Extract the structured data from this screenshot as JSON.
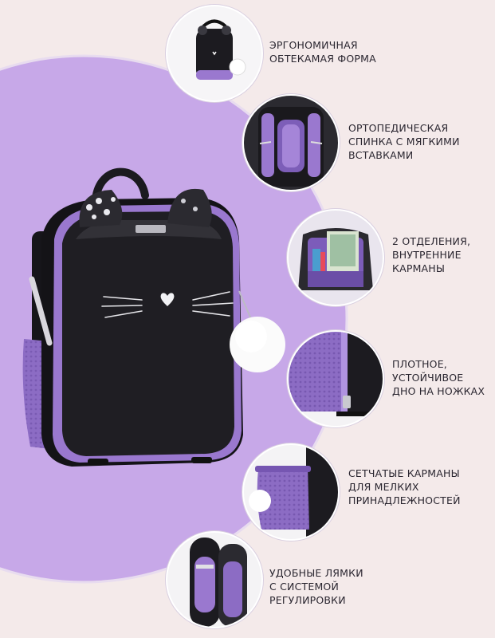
{
  "colors": {
    "background": "#f4eaea",
    "lavender": "#c7a8e8",
    "bag_black": "#1d1c21",
    "accent_purple": "#9a78cf",
    "text": "#2a2630"
  },
  "features": [
    {
      "label": "ЭРГОНОМИЧНАЯ\nОБТЕКАМАЯ ФОРМА",
      "icon": "backpack-front-icon"
    },
    {
      "label": "ОРТОПЕДИЧЕСКАЯ\nСПИНКА С МЯГКИМИ\nВСТАВКАМИ",
      "icon": "backpack-back-icon"
    },
    {
      "label": "2 ОТДЕЛЕНИЯ,\nВНУТРЕННИЕ\nКАРМАНЫ",
      "icon": "compartments-icon"
    },
    {
      "label": "ПЛОТНОЕ,\nУСТОЙЧИВОЕ\nДНО НА НОЖКАХ",
      "icon": "bottom-icon"
    },
    {
      "label": "СЕТЧАТЫЕ КАРМАНЫ\nДЛЯ МЕЛКИХ\nПРИНАДЛЕЖНОСТЕЙ",
      "icon": "mesh-pocket-icon"
    },
    {
      "label": "УДОБНЫЕ ЛЯМКИ\nС СИСТЕМОЙ\nРЕГУЛИРОВКИ",
      "icon": "straps-icon"
    }
  ]
}
